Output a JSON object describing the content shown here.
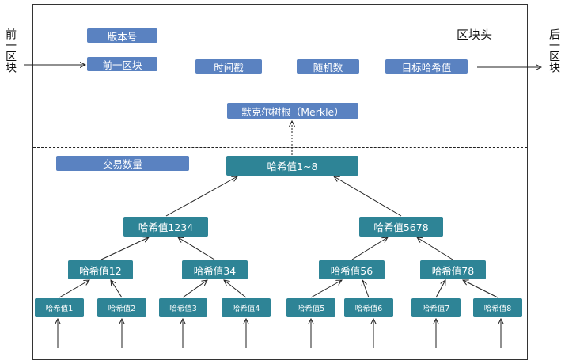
{
  "header": {
    "title": "区块头",
    "version": "版本号",
    "prev_block": "前一区块",
    "timestamp": "时间戳",
    "nonce": "随机数",
    "target_hash": "目标哈希值",
    "merkle_root": "默克尔树根（Merkle）"
  },
  "body": {
    "tx_count": "交易数量"
  },
  "side": {
    "prev": "前一区块",
    "next": "后一区块"
  },
  "tree": {
    "root": "哈希值1~8",
    "l1": [
      "哈希值1234",
      "哈希值5678"
    ],
    "l2": [
      "哈希值12",
      "哈希值34",
      "哈希值56",
      "哈希值78"
    ],
    "leaves": [
      "哈希值1",
      "哈希值2",
      "哈希值3",
      "哈希值4",
      "哈希值5",
      "哈希值6",
      "哈希值7",
      "哈希值8"
    ]
  },
  "colors": {
    "header_box": "#5a82c1",
    "tree_box": "#2e8496"
  }
}
